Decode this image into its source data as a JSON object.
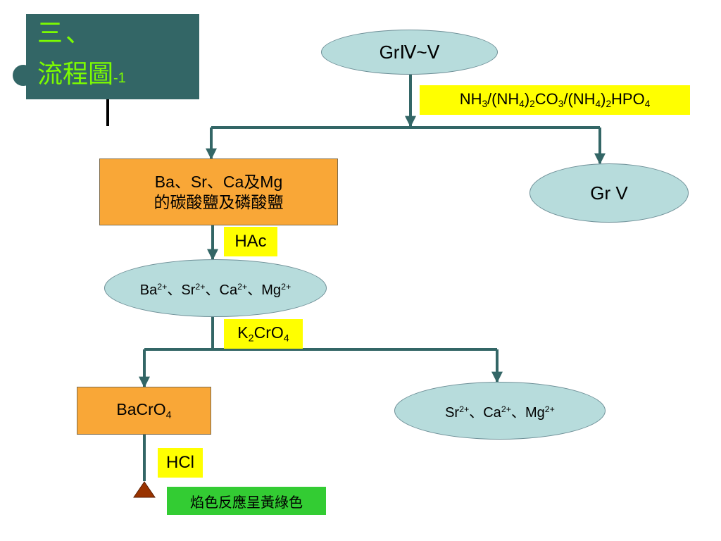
{
  "slide": {
    "section_number": "三、",
    "title": "流程圖",
    "title_suffix": "-1"
  },
  "nodes": {
    "group_iv_v": "GrⅣ~Ⅴ",
    "group_v": "Gr V",
    "carbonate_line1": "Ba、Sr、Ca及Mg",
    "carbonate_line2": "的碳酸鹽及磷酸鹽",
    "ions_all": [
      "Ba",
      "2+",
      "、Sr",
      "2+",
      "、Ca",
      "2+",
      "、Mg",
      "2+"
    ],
    "bacro4": [
      "BaCrO",
      "4"
    ],
    "ions_rest": [
      "Sr",
      "2+",
      "、Ca",
      "2+",
      "、Mg",
      "2+"
    ]
  },
  "reagents": {
    "group_reagent": [
      "NH",
      "3",
      "/(NH",
      "4",
      ")",
      "2",
      "CO",
      "3",
      "/(NH",
      "4",
      ")",
      "2",
      "HPO",
      "4"
    ],
    "hac": "HAc",
    "k2cro4": [
      "K",
      "2",
      "CrO",
      "4"
    ],
    "hcl": "HCl"
  },
  "result": {
    "flame_test": "焰色反應呈黃綠色"
  },
  "colors": {
    "title_bg": "#336666",
    "title_text": "#7CFC00",
    "oval_fill": "#b7dcdc",
    "rect_fill": "#f9a737",
    "label_fill": "#ffff00",
    "result_fill": "#33cc33",
    "arrow": "#336666",
    "flame_triangle": "#993300"
  }
}
